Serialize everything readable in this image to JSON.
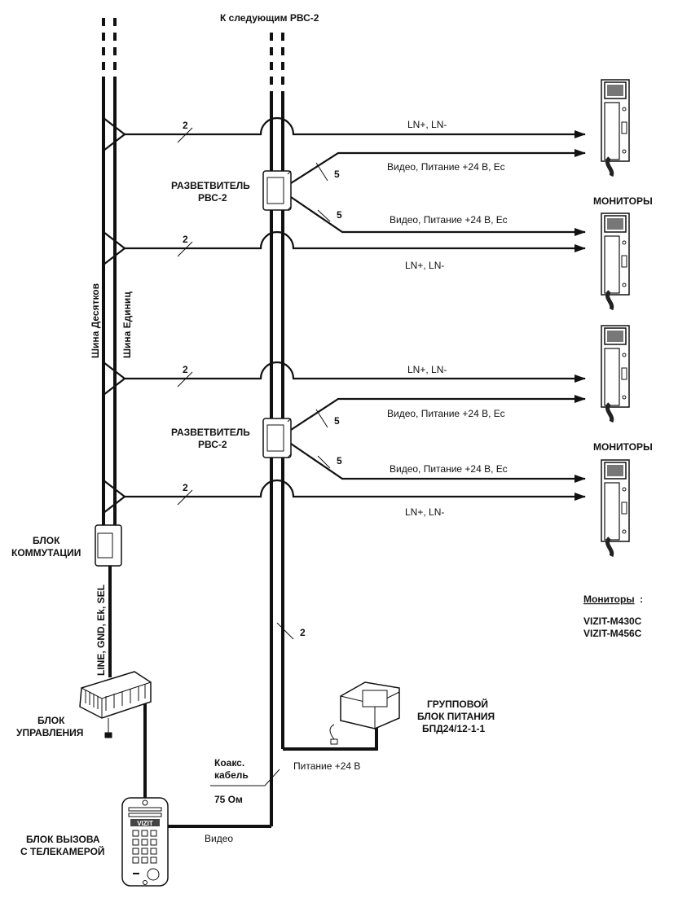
{
  "labels": {
    "next_splitter": "К следующим РВС-2",
    "bus_tens": "Шина Десятков",
    "bus_units": "Шина Единиц",
    "splitter": [
      "РАЗВЕТВИТЕЛЬ",
      "РВС-2"
    ],
    "monitors": "МОНИТОРЫ",
    "switch_block": [
      "БЛОК",
      "КОММУТАЦИИ"
    ],
    "control_block": [
      "БЛОК",
      "УПРАВЛЕНИЯ"
    ],
    "call_block": [
      "БЛОК ВЫЗОВА",
      "С ТЕЛЕКАМЕРОЙ"
    ],
    "power_block": [
      "ГРУППОВОЙ",
      "БЛОК  ПИТАНИЯ",
      "БПД24/12-1-1"
    ],
    "control_wires": "LINE, GND, Ek, SEL",
    "coax": [
      "Коакс.",
      "кабель",
      "75 Ом"
    ],
    "video": "Видео",
    "power_24": "Питание +24 В",
    "ln": "LN+, LN-",
    "video_power": "Видео,  Питание +24 В,  Ес",
    "count_2": "2",
    "count_5": "5",
    "monitors_legend_title": "Мониторы",
    "monitors_legend_colon": ":",
    "monitor_models": [
      "VIZIT-M430C",
      "VIZIT-M456C"
    ],
    "brand": "VIZIT"
  },
  "colors": {
    "line": "#111111",
    "background": "#ffffff"
  }
}
